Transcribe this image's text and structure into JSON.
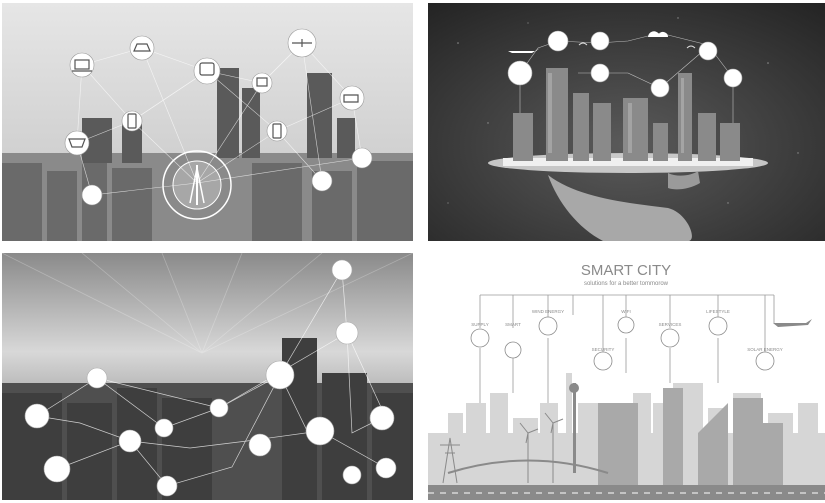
{
  "panels": [
    {
      "id": "city-iot-network",
      "icons": [
        "laptop-icon",
        "car-icon",
        "train-icon",
        "drone-icon",
        "monitor-icon",
        "phone-icon",
        "cctv-icon",
        "shopping-cart-icon",
        "tower-icon",
        "bus-icon"
      ]
    },
    {
      "id": "tablet-city",
      "icons": [
        "wifi-icon",
        "airplane-icon",
        "cloud-icon",
        "dollar-icon",
        "share-icon"
      ]
    },
    {
      "id": "skyline-network",
      "icons": [
        "wifi-icon",
        "people-icon",
        "cloud-icon",
        "factory-icon",
        "building-icon",
        "car-icon",
        "bus-icon"
      ]
    },
    {
      "id": "smart-city-infographic",
      "title": "SMART CITY",
      "subtitle": "solutions for a better tommorow",
      "labels": [
        "SUPPLY",
        "SMART",
        "WIND ENERGY",
        "SECURITY",
        "WIFI",
        "SERVICES",
        "LIFESTYLE",
        "SOLAR ENERGY"
      ]
    }
  ],
  "colors": {
    "sky_light": "#d9d9d9",
    "sky_dark": "#3a3a3a",
    "city_gray": "#7a7a7a",
    "infographic_bg": "#ffffff",
    "infographic_line": "#9a9a9a"
  }
}
